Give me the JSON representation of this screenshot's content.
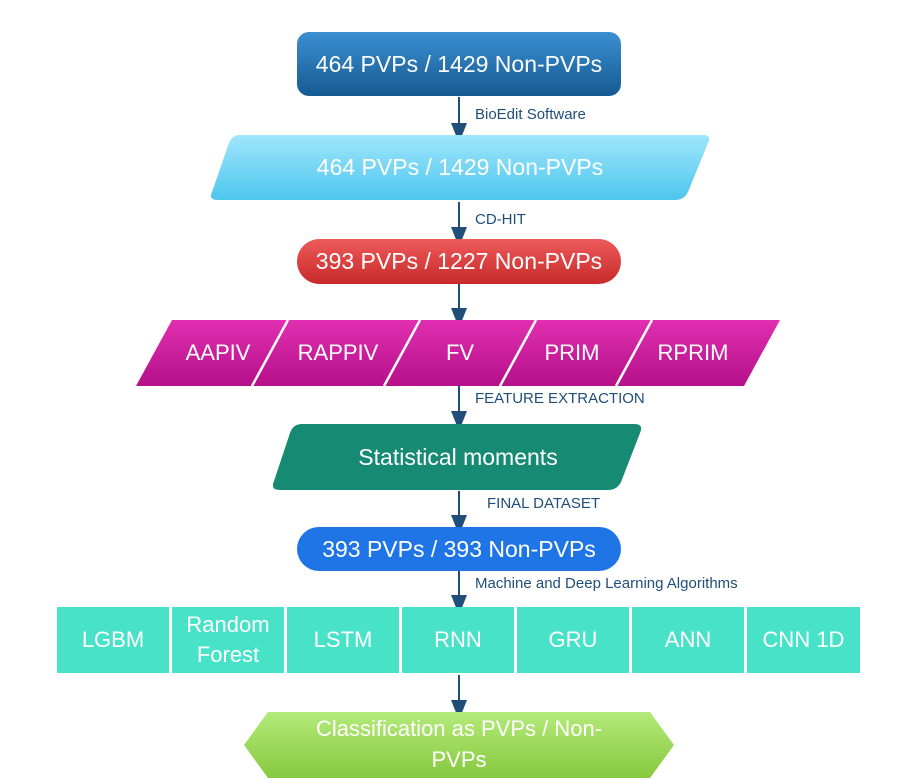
{
  "nodes": {
    "raw_data": "464 PVPs / 1429 Non-PVPs",
    "processed_data": "464 PVPs / 1429 Non-PVPs",
    "filtered_data": "393 PVPs / 1227 Non-PVPs",
    "features": [
      "AAPIV",
      "RAPPIV",
      "FV",
      "PRIM",
      "RPRIM"
    ],
    "moments": "Statistical moments",
    "balanced_data": "393 PVPs / 393 Non-PVPs",
    "algorithms": [
      {
        "line1": "LGBM",
        "line2": ""
      },
      {
        "line1": "Random",
        "line2": "Forest"
      },
      {
        "line1": "LSTM",
        "line2": ""
      },
      {
        "line1": "RNN",
        "line2": ""
      },
      {
        "line1": "GRU",
        "line2": ""
      },
      {
        "line1": "ANN",
        "line2": ""
      },
      {
        "line1": "CNN 1D",
        "line2": ""
      }
    ],
    "result_line1": "Classification as PVPs /  Non-",
    "result_line2": "PVPs"
  },
  "edges": {
    "bioedit": "BioEdit  Software",
    "cdhit": "CD-HIT",
    "feature_extraction": "FEATURE EXTRACTION",
    "final_dataset": "FINAL DATASET",
    "algorithms": "Machine and Deep Learning Algorithms"
  },
  "colors": {
    "raw": "#1f6aa5",
    "processed": "#6fd3f2",
    "filtered": "#dd3b3b",
    "features": "#cc1a9c",
    "moments": "#138a72",
    "balanced": "#1f75e6",
    "algorithms": "#48e2c8",
    "result": "#92d050",
    "arrow": "#1f4e79"
  }
}
